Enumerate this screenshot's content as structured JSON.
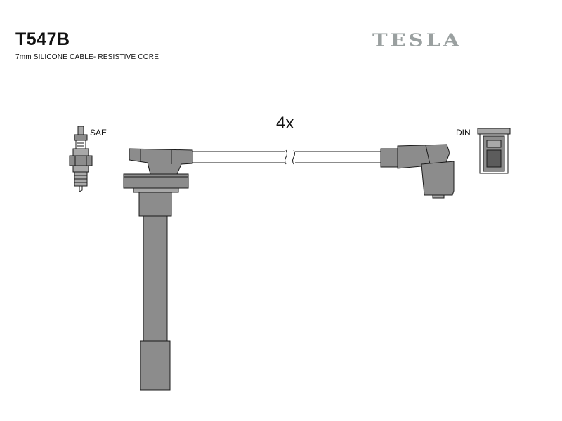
{
  "header": {
    "title": "T547B",
    "subtitle": "7mm SILICONE CABLE- RESISTIVE CORE",
    "brand": "TESLA"
  },
  "diagram": {
    "quantity_label": "4x",
    "left_terminal_label": "SAE",
    "right_terminal_label": "DIN"
  },
  "colors": {
    "part_fill": "#8c8c8c",
    "part_fill_light": "#a8a8a8",
    "outline": "#1a1a1a",
    "brand": "#9aa0a0"
  }
}
